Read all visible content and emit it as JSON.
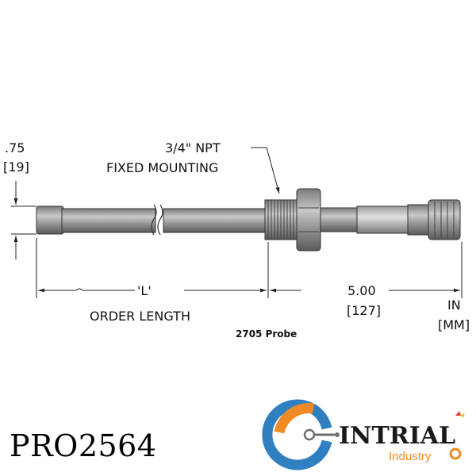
{
  "diagram": {
    "diameter_in": ".75",
    "diameter_mm": "[19]",
    "thread_line1": "3/4\" NPT",
    "thread_line2": "FIXED MOUNTING",
    "length_symbol": "'L'",
    "length_caption": "ORDER LENGTH",
    "head_in": "5.00",
    "head_mm": "[127]",
    "unit_in": "IN",
    "unit_mm": "[MM]",
    "model_caption": "2705 Probe"
  },
  "product_code": "PRO2564",
  "brand": {
    "name": "INTRIAL",
    "tagline": "Industry",
    "colors": {
      "blue": "#2f7fc1",
      "orange": "#f08a24",
      "gray": "#6d6e71",
      "dark": "#1a1a1a"
    }
  }
}
